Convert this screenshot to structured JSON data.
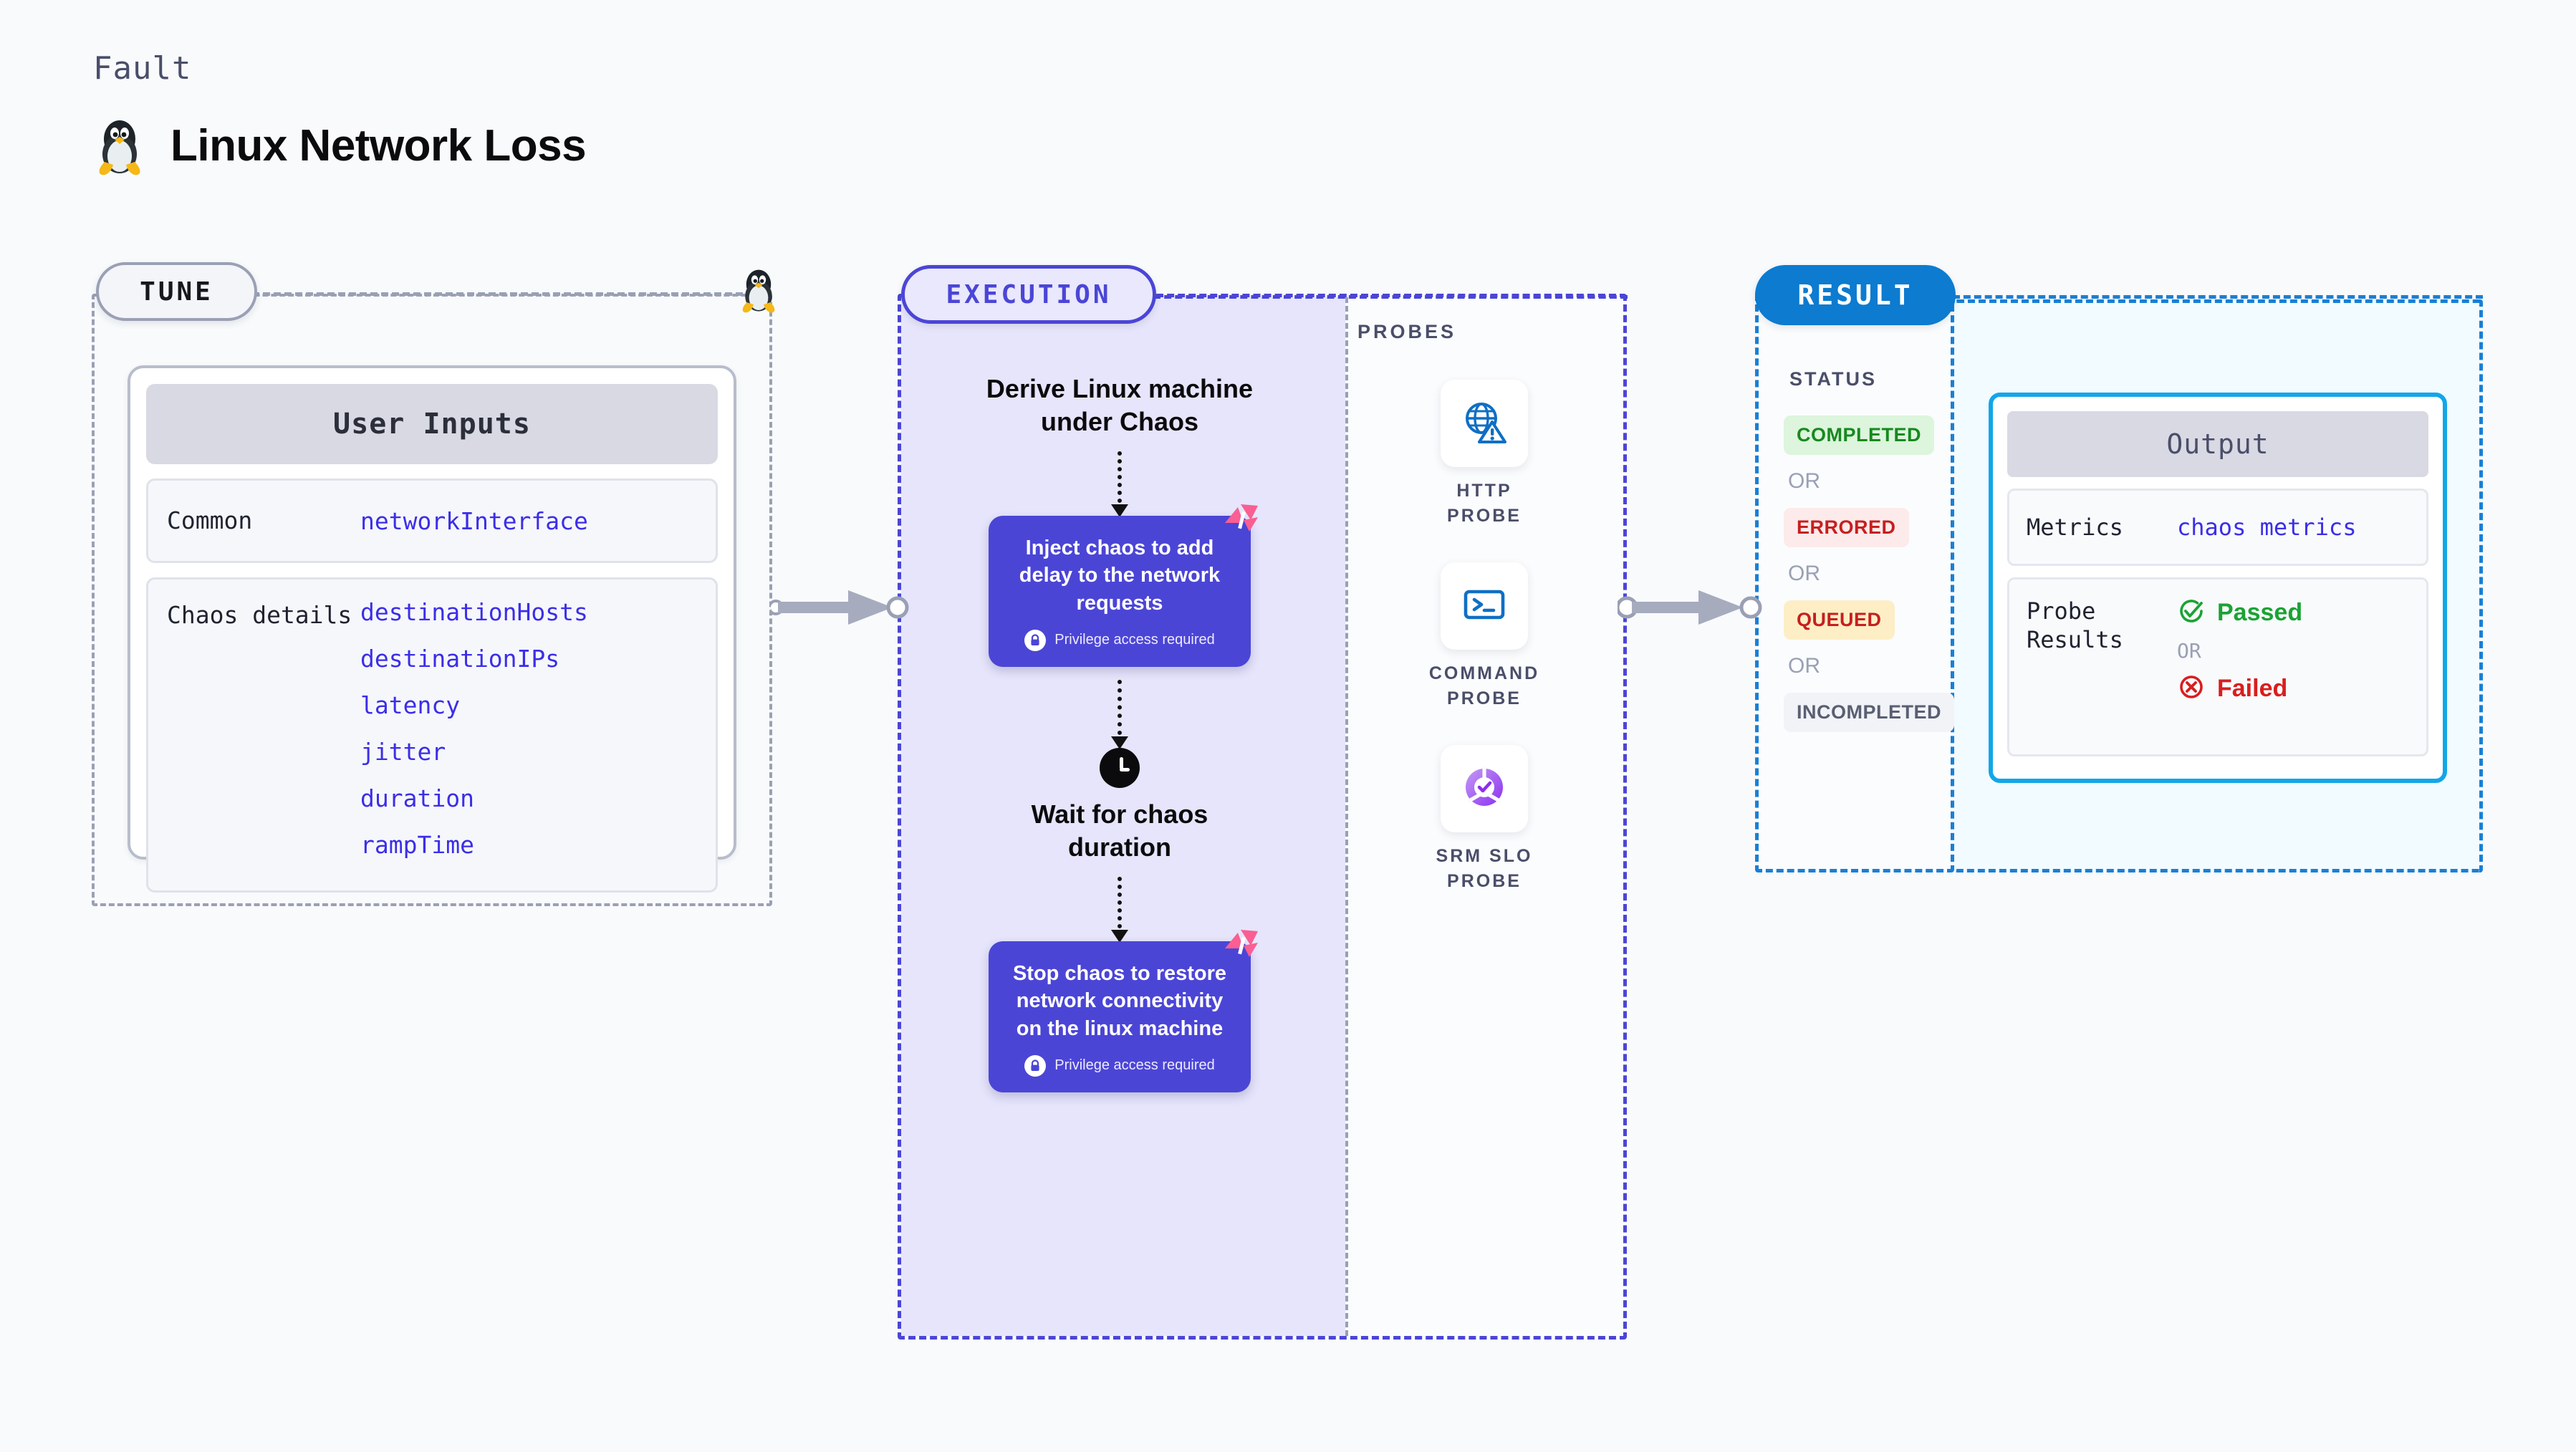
{
  "header": {
    "eyebrow": "Fault",
    "title": "Linux Network Loss",
    "icon": "linux-penguin-icon"
  },
  "colors": {
    "page_bg": "#f8fafc",
    "tune_border": "#9aa0b4",
    "execution_accent": "#4b45d6",
    "execution_bg": "#e6e5fb",
    "result_accent": "#1a7fd4",
    "result_pill": "#0c7bd0",
    "output_border": "#12a6e8",
    "output_bg": "#f2fbff",
    "code_value": "#3b2ee8",
    "harness_badge": "#fa5e92",
    "passed_green": "#1aa334",
    "failed_red": "#d81e1e"
  },
  "tune": {
    "pill_label": "TUNE",
    "card_title": "User Inputs",
    "rows": [
      {
        "key": "Common",
        "values": [
          "networkInterface"
        ]
      },
      {
        "key": "Chaos details",
        "values": [
          "destinationHosts",
          "destinationIPs",
          "latency",
          "jitter",
          "duration",
          "rampTime"
        ]
      }
    ]
  },
  "execution": {
    "pill_label": "EXECUTION",
    "steps": [
      {
        "type": "text",
        "label": "Derive Linux machine\nunder Chaos"
      },
      {
        "type": "card",
        "label": "Inject chaos to add delay to the network requests",
        "privilege_note": "Privilege access required",
        "badge": "harness-logo-icon"
      },
      {
        "type": "wait",
        "icon": "clock-icon",
        "label": "Wait for chaos\nduration"
      },
      {
        "type": "card",
        "label": "Stop chaos to restore network connectivity on the linux machine",
        "privilege_note": "Privilege access required",
        "badge": "harness-logo-icon"
      }
    ]
  },
  "probes": {
    "section_label": "PROBES",
    "items": [
      {
        "name": "HTTP\nPROBE",
        "icon": "globe-warning-icon"
      },
      {
        "name": "COMMAND\nPROBE",
        "icon": "terminal-icon"
      },
      {
        "name": "SRM SLO\nPROBE",
        "icon": "srm-slo-icon"
      }
    ]
  },
  "result": {
    "pill_label": "RESULT",
    "status_label": "STATUS",
    "or_label": "OR",
    "statuses": [
      {
        "label": "COMPLETED",
        "bg": "#dcf5dc",
        "fg": "#17891f"
      },
      {
        "label": "ERRORED",
        "bg": "#fdeaea",
        "fg": "#c61f1f"
      },
      {
        "label": "QUEUED",
        "bg": "#fdeec6",
        "fg": "#c61f1f"
      },
      {
        "label": "INCOMPLETED",
        "bg": "#f2f3f7",
        "fg": "#5a5f72"
      }
    ]
  },
  "output": {
    "card_title": "Output",
    "metrics_key": "Metrics",
    "metrics_value": "chaos metrics",
    "probe_results_key": "Probe Results",
    "or_label": "OR",
    "passed_label": "Passed",
    "failed_label": "Failed",
    "passed_icon": "check-circle-icon",
    "failed_icon": "x-circle-icon"
  }
}
